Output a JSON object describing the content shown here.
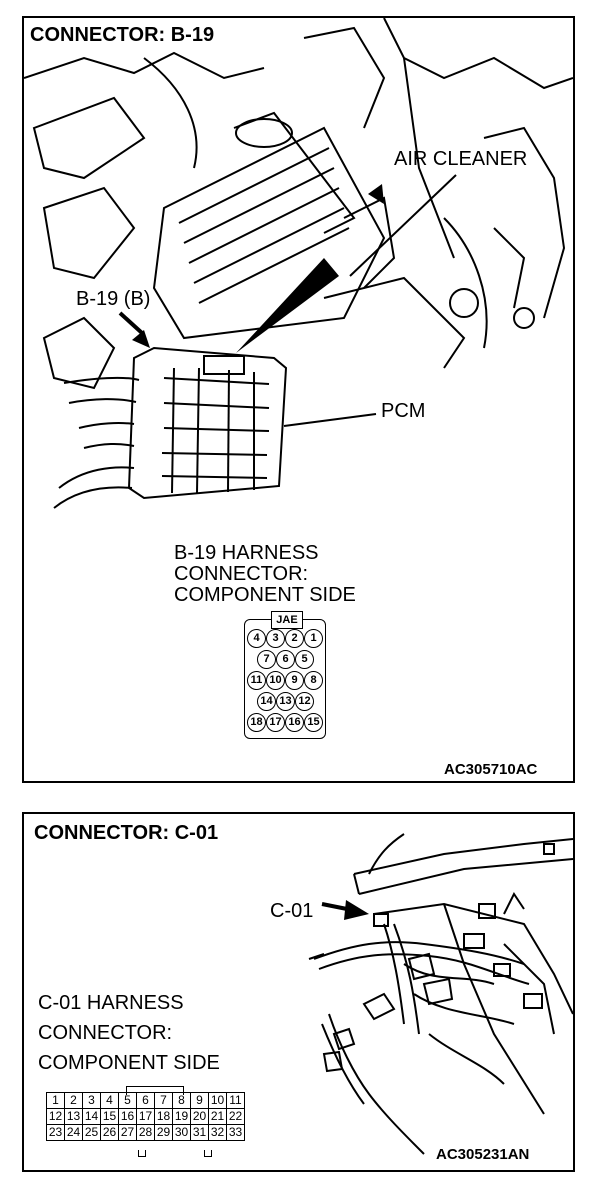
{
  "panel1": {
    "title": "CONNECTOR: B-19",
    "labels": {
      "air_cleaner": "AIR CLEANER",
      "connector_callout": "B-19 (B)",
      "pcm": "PCM"
    },
    "harness_caption": [
      "B-19 HARNESS",
      "CONNECTOR:",
      "COMPONENT SIDE"
    ],
    "connector_brand": "JAE",
    "pin_rows": [
      [
        "4",
        "3",
        "2",
        "1"
      ],
      [
        "7",
        "6",
        "5"
      ],
      [
        "11",
        "10",
        "9",
        "8"
      ],
      [
        "14",
        "13",
        "12"
      ],
      [
        "18",
        "17",
        "16",
        "15"
      ]
    ],
    "figure_code": "AC305710AC"
  },
  "panel2": {
    "title": "CONNECTOR: C-01",
    "labels": {
      "connector_callout": "C-01"
    },
    "harness_caption": [
      "C-01 HARNESS",
      "CONNECTOR:",
      "COMPONENT SIDE"
    ],
    "pin_rows": [
      [
        "1",
        "2",
        "3",
        "4",
        "5",
        "6",
        "7",
        "8",
        "9",
        "10",
        "11"
      ],
      [
        "12",
        "13",
        "14",
        "15",
        "16",
        "17",
        "18",
        "19",
        "20",
        "21",
        "22"
      ],
      [
        "23",
        "24",
        "25",
        "26",
        "27",
        "28",
        "29",
        "30",
        "31",
        "32",
        "33"
      ]
    ],
    "figure_code": "AC305231AN"
  }
}
